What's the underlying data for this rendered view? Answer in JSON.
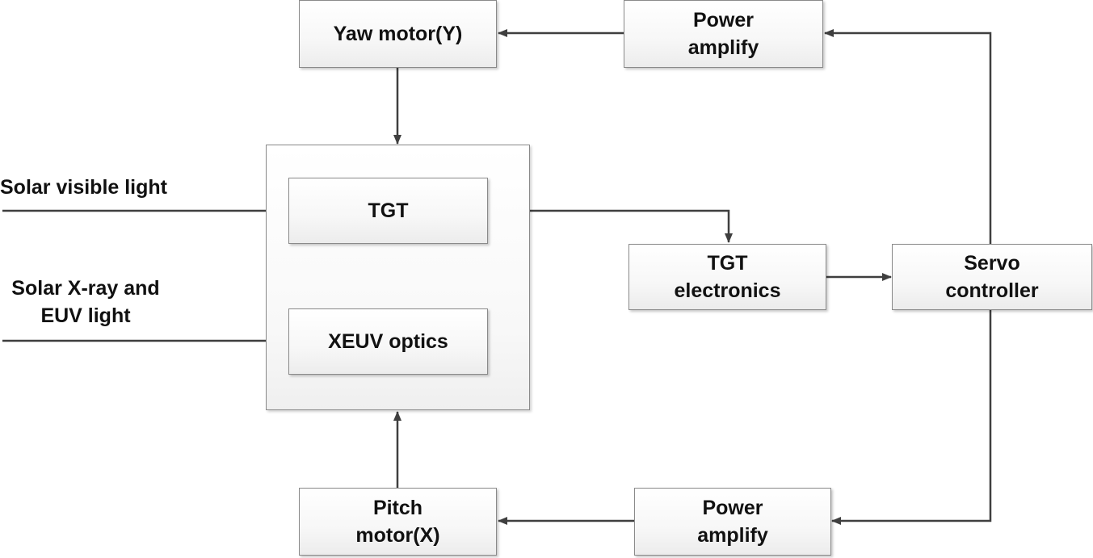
{
  "diagram": {
    "blocks": {
      "yaw_motor": {
        "lines": [
          "Yaw motor(Y)"
        ]
      },
      "power_amplify_top": {
        "lines": [
          "Power",
          "amplify"
        ]
      },
      "tgt": {
        "lines": [
          "TGT"
        ]
      },
      "xeuv_optics": {
        "lines": [
          "XEUV optics"
        ]
      },
      "tgt_electronics": {
        "lines": [
          "TGT",
          "electronics"
        ]
      },
      "servo_controller": {
        "lines": [
          "Servo",
          "controller"
        ]
      },
      "pitch_motor": {
        "lines": [
          "Pitch",
          "motor(X)"
        ]
      },
      "power_amplify_bottom": {
        "lines": [
          "Power",
          "amplify"
        ]
      }
    },
    "inputs": {
      "solar_visible_light": {
        "lines": [
          "Solar visible light"
        ]
      },
      "solar_xray_euv": {
        "lines": [
          "Solar X-ray and",
          "EUV light"
        ]
      }
    },
    "colors": {
      "wire": "#3f3f3f",
      "box_border": "#8a8a8a",
      "text": "#111111"
    }
  }
}
